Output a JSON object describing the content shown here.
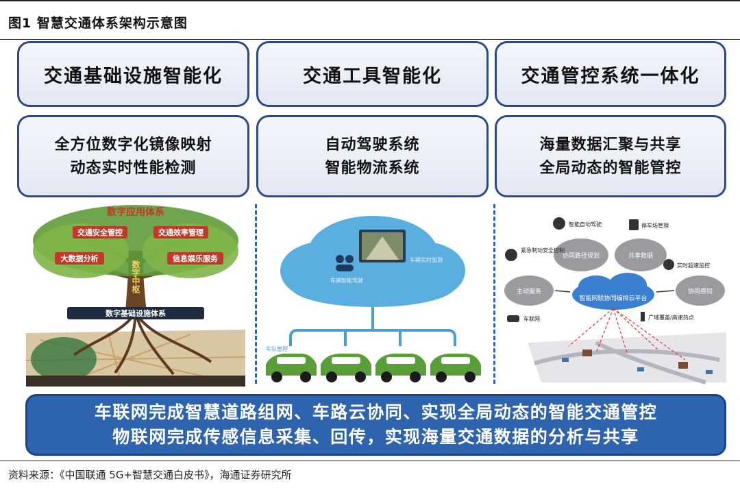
{
  "figure": {
    "title": "图1  智慧交通体系架构示意图"
  },
  "columns": [
    {
      "top_label": "交通基础设施智能化",
      "detail_lines": [
        "全方位数字化镜像映射",
        "动态实时性能检测"
      ]
    },
    {
      "top_label": "交通工具智能化",
      "detail_lines": [
        "自动驾驶系统",
        "智能物流系统"
      ]
    },
    {
      "top_label": "交通管控系统一体化",
      "detail_lines": [
        "海量数据汇聚与共享",
        "全局动态的智能管控"
      ]
    }
  ],
  "tree_illustration": {
    "arc_text": "数字应用体系",
    "labels": [
      "交通安全管控",
      "交通效率管理",
      "大数据分析",
      "信息娱乐服务",
      "数字中枢",
      "数字基础设施体系"
    ]
  },
  "cloud_illustration": {
    "labels": [
      "车辆智能驾驶",
      "车辆实时监测",
      "车队管理"
    ]
  },
  "network_illustration": {
    "center_label": "智能网联协同编排云平台",
    "nodes": [
      "智能自动驾驶",
      "停车场管理",
      "紧急制动安全控制",
      "协同路径规划",
      "共享数据",
      "实时超速监控",
      "主动服务",
      "协同感知",
      "车联网",
      "广域覆盖/高速热点"
    ]
  },
  "banner": {
    "lines": [
      "车联网完成智慧道路组网、车路云协同、实现全局动态的智能交通管控",
      "物联网完成传感信息采集、回传，实现海量交通数据的分析与共享"
    ]
  },
  "source": "资料来源：《中国联通 5G+智慧交通白皮书》，海通证券研究所"
}
